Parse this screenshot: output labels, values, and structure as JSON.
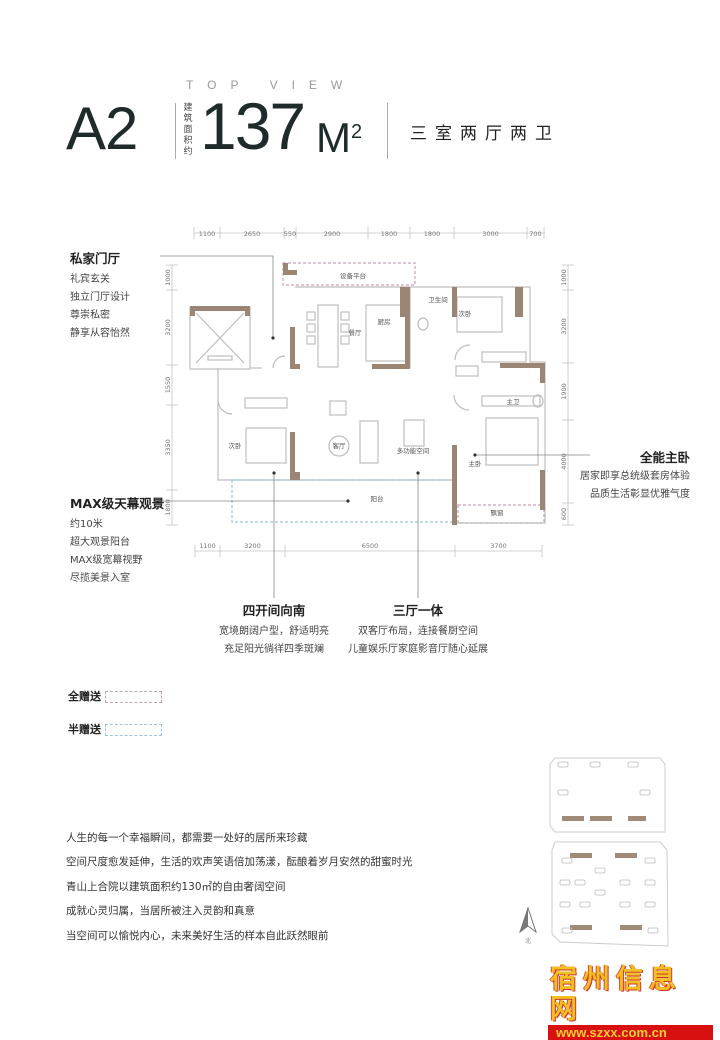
{
  "header": {
    "top_view": "TOP VIEW",
    "model": "A2",
    "area_label": "建筑面积约",
    "area_value": "137",
    "area_unit": "M",
    "area_exp": "2",
    "rooms": "三室两厅两卫"
  },
  "dimensions": {
    "top": [
      "1100",
      "2650",
      "550",
      "2900",
      "1800",
      "1800",
      "3000",
      "700"
    ],
    "bottom": [
      "1100",
      "3200",
      "6500",
      "3700"
    ],
    "left": [
      "1000",
      "3200",
      "1550",
      "3350",
      "1800"
    ],
    "right": [
      "1000",
      "3200",
      "1900",
      "4000",
      "600"
    ]
  },
  "rooms": {
    "equipment": "设备平台",
    "bath": "卫生间",
    "bed2_r": "次卧",
    "kitchen": "厨房",
    "dining": "餐厅",
    "master_bath": "主卫",
    "bed2_l": "次卧",
    "living": "客厅",
    "multi": "多功能空间",
    "master": "主卧",
    "balcony": "阳台",
    "bay": "飘窗"
  },
  "callouts": {
    "foyer": {
      "title": "私家门厅",
      "lines": [
        "礼宾玄关",
        "独立门厅设计",
        "尊崇私密",
        "静享从容怡然"
      ]
    },
    "view": {
      "title": "MAX级天幕观景",
      "lines": [
        "约10米",
        "超大观景阳台",
        "MAX级宽幕视野",
        "尽揽美景入室"
      ]
    },
    "master": {
      "title": "全能主卧",
      "lines": [
        "居家即享总统级套房体验",
        "品质生活彰显优雅气度"
      ]
    },
    "south": {
      "title": "四开间向南",
      "lines": [
        "宽境朗阔户型，舒适明亮",
        "充足阳光徜徉四季斑斓"
      ]
    },
    "halls": {
      "title": "三厅一体",
      "lines": [
        "双客厅布局，连接餐厨空间",
        "儿童娱乐厅家庭影音厅随心延展"
      ]
    }
  },
  "legend": {
    "full": "全赠送",
    "half": "半赠送",
    "full_color": "#c9a0b8",
    "half_color": "#9cc6dc"
  },
  "paragraph": [
    "人生的每一个幸福瞬间，都需要一处好的居所来珍藏",
    "空间尺度愈发延伸，生活的欢声笑语倍加荡漾，酝酿着岁月安然的甜蜜时光",
    "青山上合院以建筑面积约130㎡的自由奢阔空间",
    "成就心灵归属，当居所被注入灵韵和真意",
    "当空间可以愉悦内心，未来美好生活的样本自此跃然眼前"
  ],
  "compass": {
    "label": "北"
  },
  "watermark": {
    "name": "宿州信息网",
    "url": "www.szxx.com.cn"
  },
  "colors": {
    "wall": "#9b8574",
    "text": "#222222",
    "line": "#b8b8b8"
  }
}
